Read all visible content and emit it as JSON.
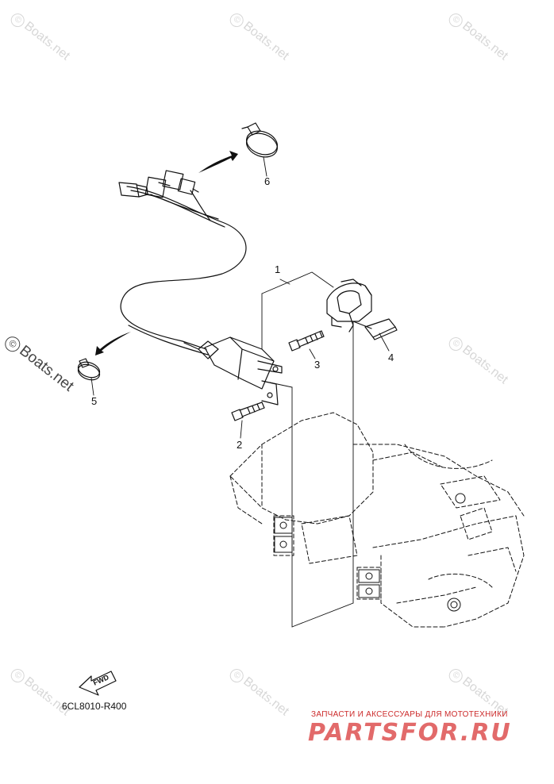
{
  "labels": {
    "p1": "1",
    "p2": "2",
    "p3": "3",
    "p4": "4",
    "p5": "5",
    "p6": "6"
  },
  "watermark": {
    "text": "Boats.net",
    "symbol": "©"
  },
  "fwd_label": "FWD",
  "part_number": "6CL8010-R400",
  "promo_text": "ЗАПЧАСТИ И АКСЕССУАРЫ ДЛЯ МОТОТЕХНИКИ",
  "brand": "PARTSFOR.RU",
  "colors": {
    "line": "#111111",
    "watermark": "#d7d7d7",
    "brand": "#e26a6a"
  }
}
